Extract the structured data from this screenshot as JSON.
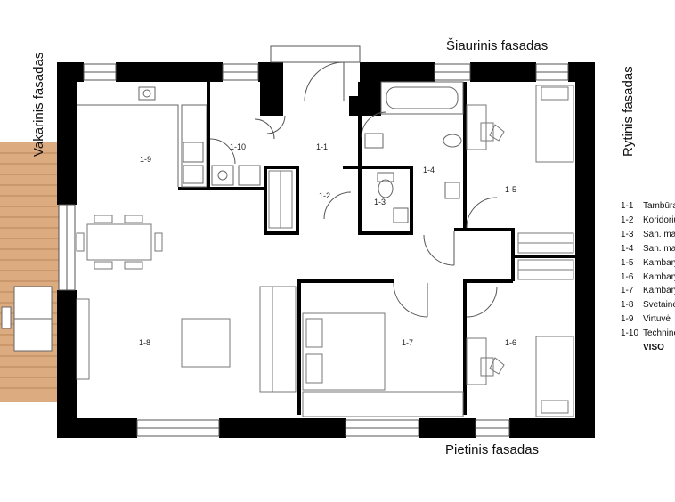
{
  "facades": {
    "north": "Šiaurinis fasadas",
    "east": "Rytinis fasadas",
    "west": "Vakarinis fasadas",
    "south": "Pietinis fasadas"
  },
  "rooms": [
    {
      "code": "1-1"
    },
    {
      "code": "1-2"
    },
    {
      "code": "1-3"
    },
    {
      "code": "1-4"
    },
    {
      "code": "1-5"
    },
    {
      "code": "1-6"
    },
    {
      "code": "1-7"
    },
    {
      "code": "1-8"
    },
    {
      "code": "1-9"
    },
    {
      "code": "1-10"
    }
  ],
  "legend": [
    {
      "code": "1-1",
      "name": "Tambūra"
    },
    {
      "code": "1-2",
      "name": "Koridoriu"
    },
    {
      "code": "1-3",
      "name": "San. ma"
    },
    {
      "code": "1-4",
      "name": "San. ma"
    },
    {
      "code": "1-5",
      "name": "Kambary"
    },
    {
      "code": "1-6",
      "name": "Kambary"
    },
    {
      "code": "1-7",
      "name": "Kambary"
    },
    {
      "code": "1-8",
      "name": "Svetainė"
    },
    {
      "code": "1-9",
      "name": "Virtuvė"
    },
    {
      "code": "1-10",
      "name": "Techninė"
    }
  ],
  "legend_total": "VISO",
  "colors": {
    "wall": "#000000",
    "deck": "#d9a77b",
    "line": "#444444"
  }
}
